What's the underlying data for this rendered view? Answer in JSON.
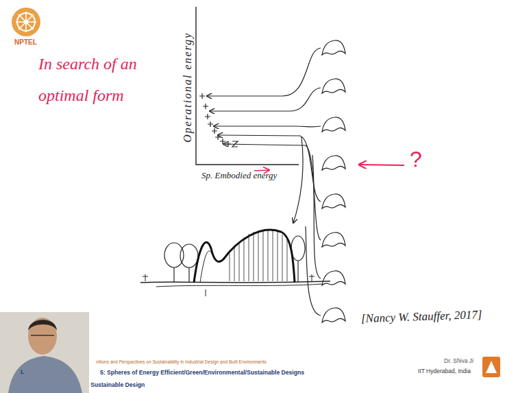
{
  "diagram": {
    "title": "In search of an optimal form",
    "labels": [
      "NPTEL",
      "Operational energy",
      "Sp. Embodied energy",
      "?",
      "[Nancy W. Stauffer, 2017]",
      "nitions and Perspectives on Sustainability in Industrial Design and Built Environments",
      "L",
      "5: Spheres of Energy Efficient/Green/Environmental/Sustainable Designs",
      "Sustainable Design",
      "Dr. Shiva Ji",
      "IIT Hyderabad, India"
    ]
  }
}
